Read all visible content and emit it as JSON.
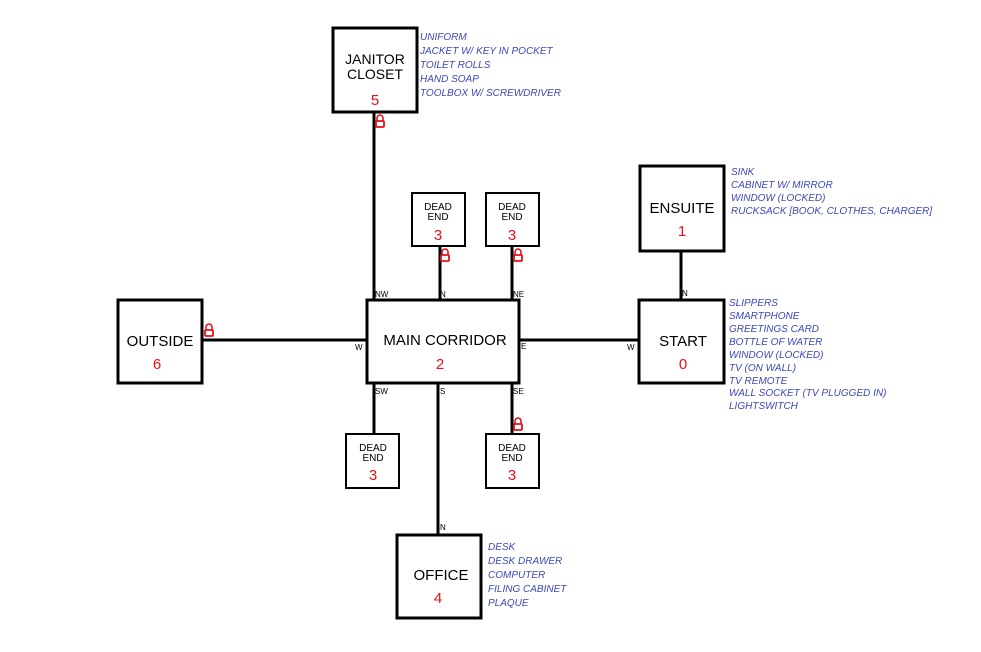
{
  "colors": {
    "room_number": "#e8101a",
    "item_text": "#3b49b5",
    "lines": "#000000"
  },
  "rooms": {
    "janitor": {
      "name_line1": "JANITOR",
      "name_line2": "CLOSET",
      "number": "5"
    },
    "ensuite": {
      "name": "ENSUITE",
      "number": "1"
    },
    "outside": {
      "name": "OUTSIDE",
      "number": "6"
    },
    "corridor": {
      "name": "MAIN CORRIDOR",
      "number": "2"
    },
    "start": {
      "name": "START",
      "number": "0"
    },
    "office": {
      "name": "OFFICE",
      "number": "4"
    },
    "dead_end_nw": {
      "name_line1": "DEAD",
      "name_line2": "END",
      "number": "3"
    },
    "dead_end_ne": {
      "name_line1": "DEAD",
      "name_line2": "END",
      "number": "3"
    },
    "dead_end_sw": {
      "name_line1": "DEAD",
      "name_line2": "END",
      "number": "3"
    },
    "dead_end_se": {
      "name_line1": "DEAD",
      "name_line2": "END",
      "number": "3"
    }
  },
  "directions": {
    "nw": "NW",
    "n": "N",
    "ne": "NE",
    "w": "W",
    "e": "E",
    "sw": "SW",
    "s": "S",
    "se": "SE",
    "start_w": "W",
    "start_n": "N",
    "office_n": "N"
  },
  "items": {
    "janitor": [
      "UNIFORM",
      "JACKET W/ KEY IN POCKET",
      "TOILET ROLLS",
      "HAND SOAP",
      "TOOLBOX W/ SCREWDRIVER"
    ],
    "ensuite": [
      "SINK",
      "CABINET W/ MIRROR",
      "WINDOW (LOCKED)",
      "RUCKSACK [BOOK, CLOTHES, CHARGER]"
    ],
    "start": [
      "SLIPPERS",
      "SMARTPHONE",
      "GREETINGS CARD",
      "BOTTLE OF WATER",
      "WINDOW (LOCKED)",
      "TV (ON WALL)",
      "TV REMOTE",
      "WALL SOCKET (TV PLUGGED IN)",
      "LIGHTSWITCH"
    ],
    "office": [
      "DESK",
      "DESK DRAWER",
      "COMPUTER",
      "FILING CABINET",
      "PLAQUE"
    ]
  },
  "icons": {
    "lock": "lock-icon"
  }
}
